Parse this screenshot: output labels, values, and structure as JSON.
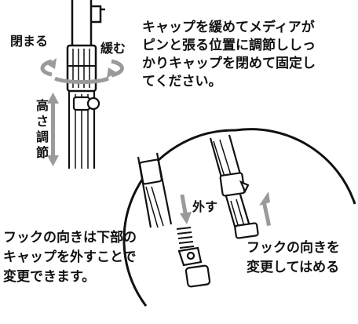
{
  "labels": {
    "close": "閉まる",
    "loosen": "緩む",
    "height_adjust": "高さ調節",
    "remove": "外す"
  },
  "instructions": {
    "main": [
      "キャップを緩めてメディアが",
      "ピンと張る位置に調節ししっ",
      "かりキャップを閉めて固定し",
      "てください。"
    ],
    "hook_lower": [
      "フックの向きは下部の",
      "キャップを外すことで",
      "変更できます。"
    ],
    "hook_change": [
      "フックの向きを",
      "変更してはめる"
    ]
  },
  "colors": {
    "ink": "#111111",
    "arrow_gray": "#9a9a9a"
  }
}
